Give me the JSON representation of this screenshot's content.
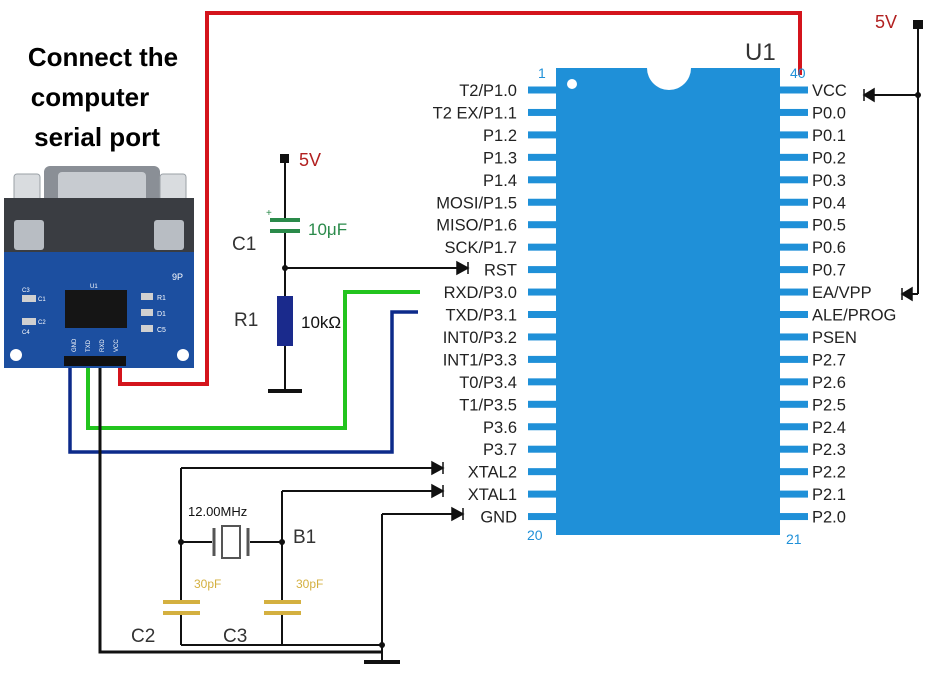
{
  "heading": {
    "line1": "Connect the",
    "line2": "computer",
    "line3": "serial port"
  },
  "board": {
    "chip": "U1",
    "pin_first": "1",
    "pin_last": "40",
    "pin_bottom_left": "20",
    "pin_bottom_right": "21",
    "left_pins": [
      "T2/P1.0",
      "T2 EX/P1.1",
      "P1.2",
      "P1.3",
      "P1.4",
      "MOSI/P1.5",
      "MISO/P1.6",
      "SCK/P1.7",
      "RST",
      "RXD/P3.0",
      "TXD/P3.1",
      "INT0/P3.2",
      "INT1/P3.3",
      "T0/P3.4",
      "T1/P3.5",
      "P3.6",
      "P3.7",
      "XTAL2",
      "XTAL1",
      "GND"
    ],
    "right_pins": [
      "VCC",
      "P0.0",
      "P0.1",
      "P0.2",
      "P0.3",
      "P0.4",
      "P0.5",
      "P0.6",
      "P0.7",
      "EA/VPP",
      "ALE/PROG",
      "PSEN",
      "P2.7",
      "P2.6",
      "P2.5",
      "P2.4",
      "P2.3",
      "P2.2",
      "P2.1",
      "P2.0"
    ]
  },
  "components": {
    "c1_name": "C1",
    "c1_value": "10μF",
    "r1_name": "R1",
    "r1_value": "10kΩ",
    "b1_name": "B1",
    "crystal_value": "12.00MHz",
    "c2_name": "C2",
    "c3_name": "C3",
    "c2_value": "30pF",
    "c3_value": "30pF"
  },
  "power": {
    "label_top": "5V",
    "label_c1": "5V"
  },
  "module": {
    "silk_9p": "9P",
    "silk_u1": "U1",
    "silk_r1": "R1",
    "silk_d1": "D1",
    "silk_c5": "C5",
    "silk_c1": "C1",
    "silk_c2": "C2",
    "silk_c3": "C3",
    "silk_c4": "C4",
    "pins": [
      "GND",
      "TXD",
      "RXD",
      "VCC"
    ]
  },
  "colors": {
    "red_wire": "#d4141c",
    "green_wire": "#22c41e",
    "blue_wire": "#0c2a8a",
    "chip_fill": "#1f90d8",
    "power_label": "#b22020",
    "c1_label": "#2a8a4a",
    "cap_gold": "#d4b040",
    "module_blue": "#1c4fa0"
  }
}
